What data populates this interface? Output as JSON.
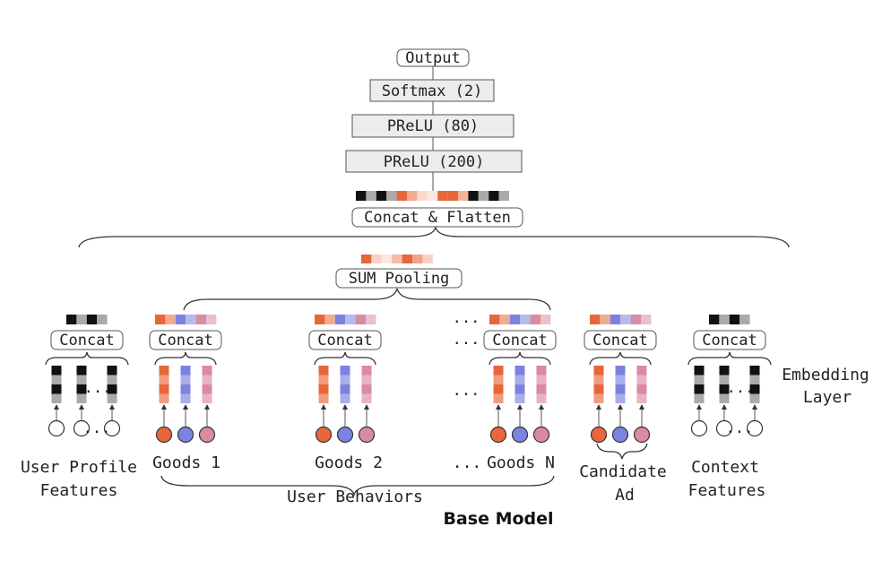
{
  "layers": {
    "output": "Output",
    "softmax": "Softmax (2)",
    "prelu80": "PReLU (80)",
    "prelu200": "PReLU (200)",
    "concat_flatten": "Concat & Flatten",
    "sum_pooling": "SUM Pooling",
    "concat": "Concat"
  },
  "labels": {
    "user_profile": [
      "User Profile",
      "Features"
    ],
    "goods1": "Goods 1",
    "goods2": "Goods 2",
    "goodsN": "Goods N",
    "candidate": [
      "Candidate",
      "Ad"
    ],
    "context": [
      "Context",
      "Features"
    ],
    "user_behaviors": "User Behaviors",
    "embedding": [
      "Embedding",
      "Layer"
    ],
    "base_model": "Base Model",
    "ellipsis": "..."
  },
  "colors": {
    "orange": "#e8673a",
    "blue": "#7b83e0",
    "pink": "#db8aa3",
    "black": "#111111",
    "gray": "#aaaaaa",
    "box_fill": "#ececec"
  }
}
